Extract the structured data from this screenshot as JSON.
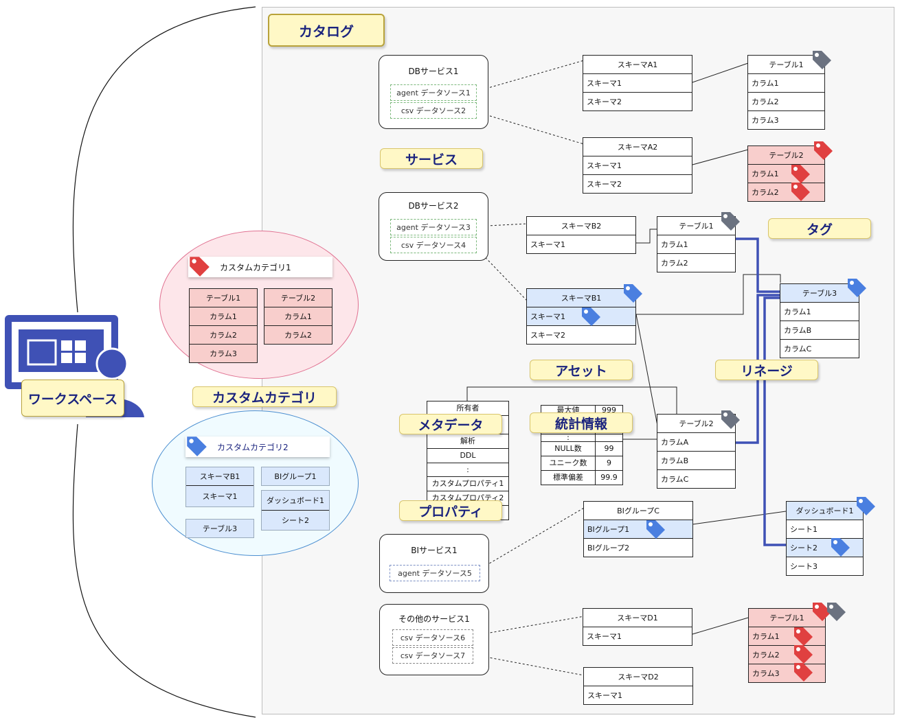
{
  "labels": {
    "catalog": "カタログ",
    "service": "サービス",
    "tag": "タグ",
    "asset": "アセット",
    "lineage": "リネージ",
    "metadata": "メタデータ",
    "stats": "統計情報",
    "property": "プロパティ",
    "custom_category": "カスタムカテゴリ",
    "workspace": "ワークスペース"
  },
  "services": {
    "db1": {
      "title": "DBサービス1",
      "sources": [
        "agent データソース1",
        "csv データソース2"
      ]
    },
    "db2": {
      "title": "DBサービス2",
      "sources": [
        "agent データソース3",
        "csv データソース4"
      ]
    },
    "bi1": {
      "title": "BIサービス1",
      "sources": [
        "agent データソース5"
      ]
    },
    "other1": {
      "title": "その他のサービス1",
      "sources": [
        "csv データソース6",
        "csv データソース7"
      ]
    }
  },
  "schemas": {
    "a1": {
      "header": "スキーマA1",
      "rows": [
        "スキーマ1",
        "スキーマ2"
      ]
    },
    "a2": {
      "header": "スキーマA2",
      "rows": [
        "スキーマ1",
        "スキーマ2"
      ]
    },
    "b2": {
      "header": "スキーマB2",
      "rows": [
        "スキーマ1"
      ]
    },
    "b1": {
      "header": "スキーマB1",
      "rows": [
        "スキーマ1",
        "スキーマ2"
      ]
    },
    "bic": {
      "header": "BIグループC",
      "rows": [
        "BIグループ1",
        "BIグループ2"
      ]
    },
    "d1": {
      "header": "スキーマD1",
      "rows": [
        "スキーマ1"
      ]
    },
    "d2": {
      "header": "スキーマD2",
      "rows": [
        "スキーマ1"
      ]
    }
  },
  "tables": {
    "t1a": {
      "header": "テーブル1",
      "rows": [
        "カラム1",
        "カラム2",
        "カラム3"
      ]
    },
    "t2a": {
      "header": "テーブル2",
      "rows": [
        "カラム1",
        "カラム2"
      ]
    },
    "t1b": {
      "header": "テーブル1",
      "rows": [
        "カラム1",
        "カラム2"
      ]
    },
    "t3b": {
      "header": "テーブル3",
      "rows": [
        "カラム1",
        "カラムB",
        "カラムC"
      ]
    },
    "t2b": {
      "header": "テーブル2",
      "rows": [
        "カラムA",
        "カラムB",
        "カラムC"
      ]
    },
    "dash": {
      "header": "ダッシュボード1",
      "rows": [
        "シート1",
        "シート2",
        "シート3"
      ]
    },
    "t1d": {
      "header": "テーブル1",
      "rows": [
        "カラム1",
        "カラム2",
        "カラム3"
      ]
    }
  },
  "metadata_rows": [
    "所有者",
    "解析",
    "DDL",
    ":"
  ],
  "property_rows": [
    "カスタムプロパティ1",
    "カスタムプロパティ2",
    ""
  ],
  "stats_rows": [
    {
      "k": "最大値",
      "v": "999"
    },
    {
      "k": "",
      "v": ""
    },
    {
      "k": ":",
      "v": ""
    },
    {
      "k": "NULL数",
      "v": "99"
    },
    {
      "k": "ユニーク数",
      "v": "9"
    },
    {
      "k": "標準偏差",
      "v": "99.9"
    }
  ],
  "custom_categories": {
    "cat1": {
      "title": "カスタムカテゴリ1",
      "left": [
        "テーブル1",
        "カラム1",
        "カラム2",
        "カラム3"
      ],
      "right": [
        "テーブル2",
        "カラム1",
        "カラム2"
      ]
    },
    "cat2": {
      "title": "カスタムカテゴリ2",
      "left": [
        "スキーマB1",
        "スキーマ1"
      ],
      "left_bottom": [
        "テーブル3"
      ],
      "right_top": [
        "BIグループ1"
      ],
      "right": [
        "ダッシュボード1",
        "シート2"
      ]
    }
  },
  "colors": {
    "tag_red": "#e04040",
    "tag_blue": "#4a7fe0",
    "tag_gray": "#6b7280",
    "lineage": "#3f51b5",
    "workspace_icon": "#3f51b5",
    "red_fill": "#f8cecc",
    "blue_fill": "#dae8fc"
  },
  "icons": [
    "tag-icon",
    "workspace-user-icon"
  ]
}
